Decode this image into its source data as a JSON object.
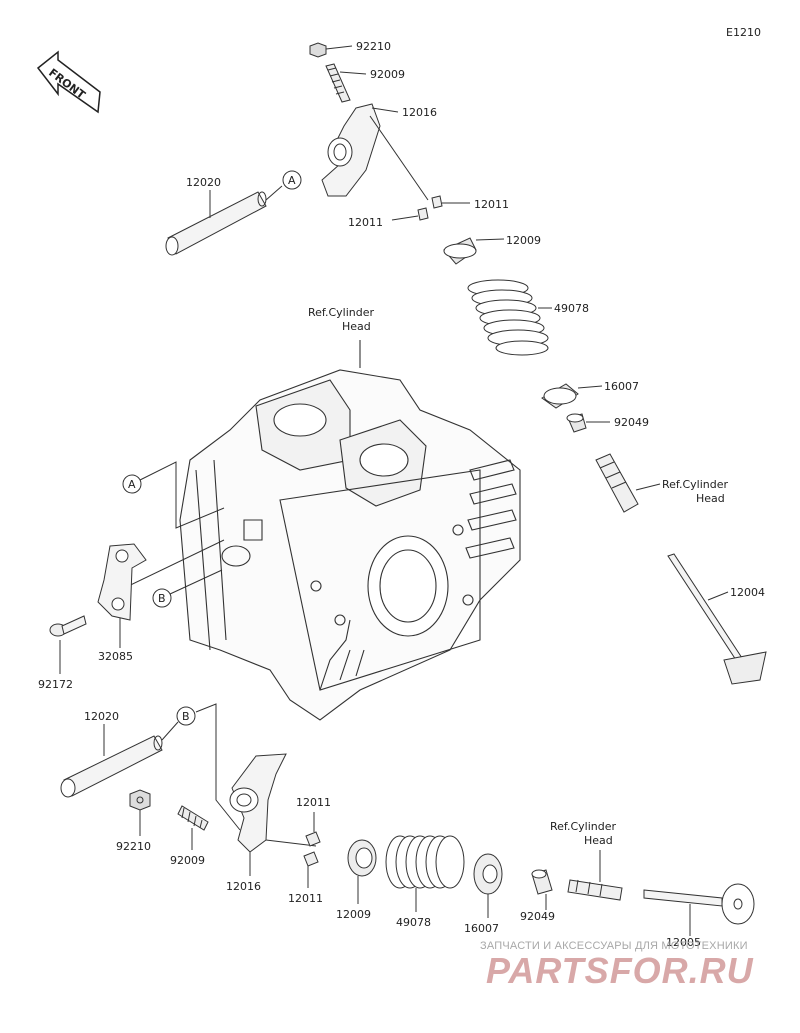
{
  "diagram_code": "E1210",
  "front_label": "FRONT",
  "callout_a": "A",
  "callout_b": "B",
  "ref_cylinder": "Ref.Cylinder",
  "ref_head": "Head",
  "parts": {
    "p92210_top": "92210",
    "p92009_top": "92009",
    "p12016_top": "12016",
    "p12020_top": "12020",
    "p12011_top_right": "12011",
    "p12011_top_left": "12011",
    "p12009_top": "12009",
    "p49078_top": "49078",
    "p16007_top": "16007",
    "p92049_top": "92049",
    "p12004": "12004",
    "p32085": "32085",
    "p92172": "92172",
    "p12020_bottom": "12020",
    "p92210_bottom": "92210",
    "p92009_bottom": "92009",
    "p12016_bottom": "12016",
    "p12011_bottom_top": "12011",
    "p12011_bottom_low": "12011",
    "p12009_bottom": "12009",
    "p49078_bottom": "49078",
    "p16007_bottom": "16007",
    "p92049_bottom": "92049",
    "p12005": "12005"
  },
  "watermark": {
    "tagline": "ЗАПЧАСТИ И АКСЕССУАРЫ ДЛЯ МОТОТЕХНИКИ",
    "brand": "PARTSFOR.RU"
  }
}
